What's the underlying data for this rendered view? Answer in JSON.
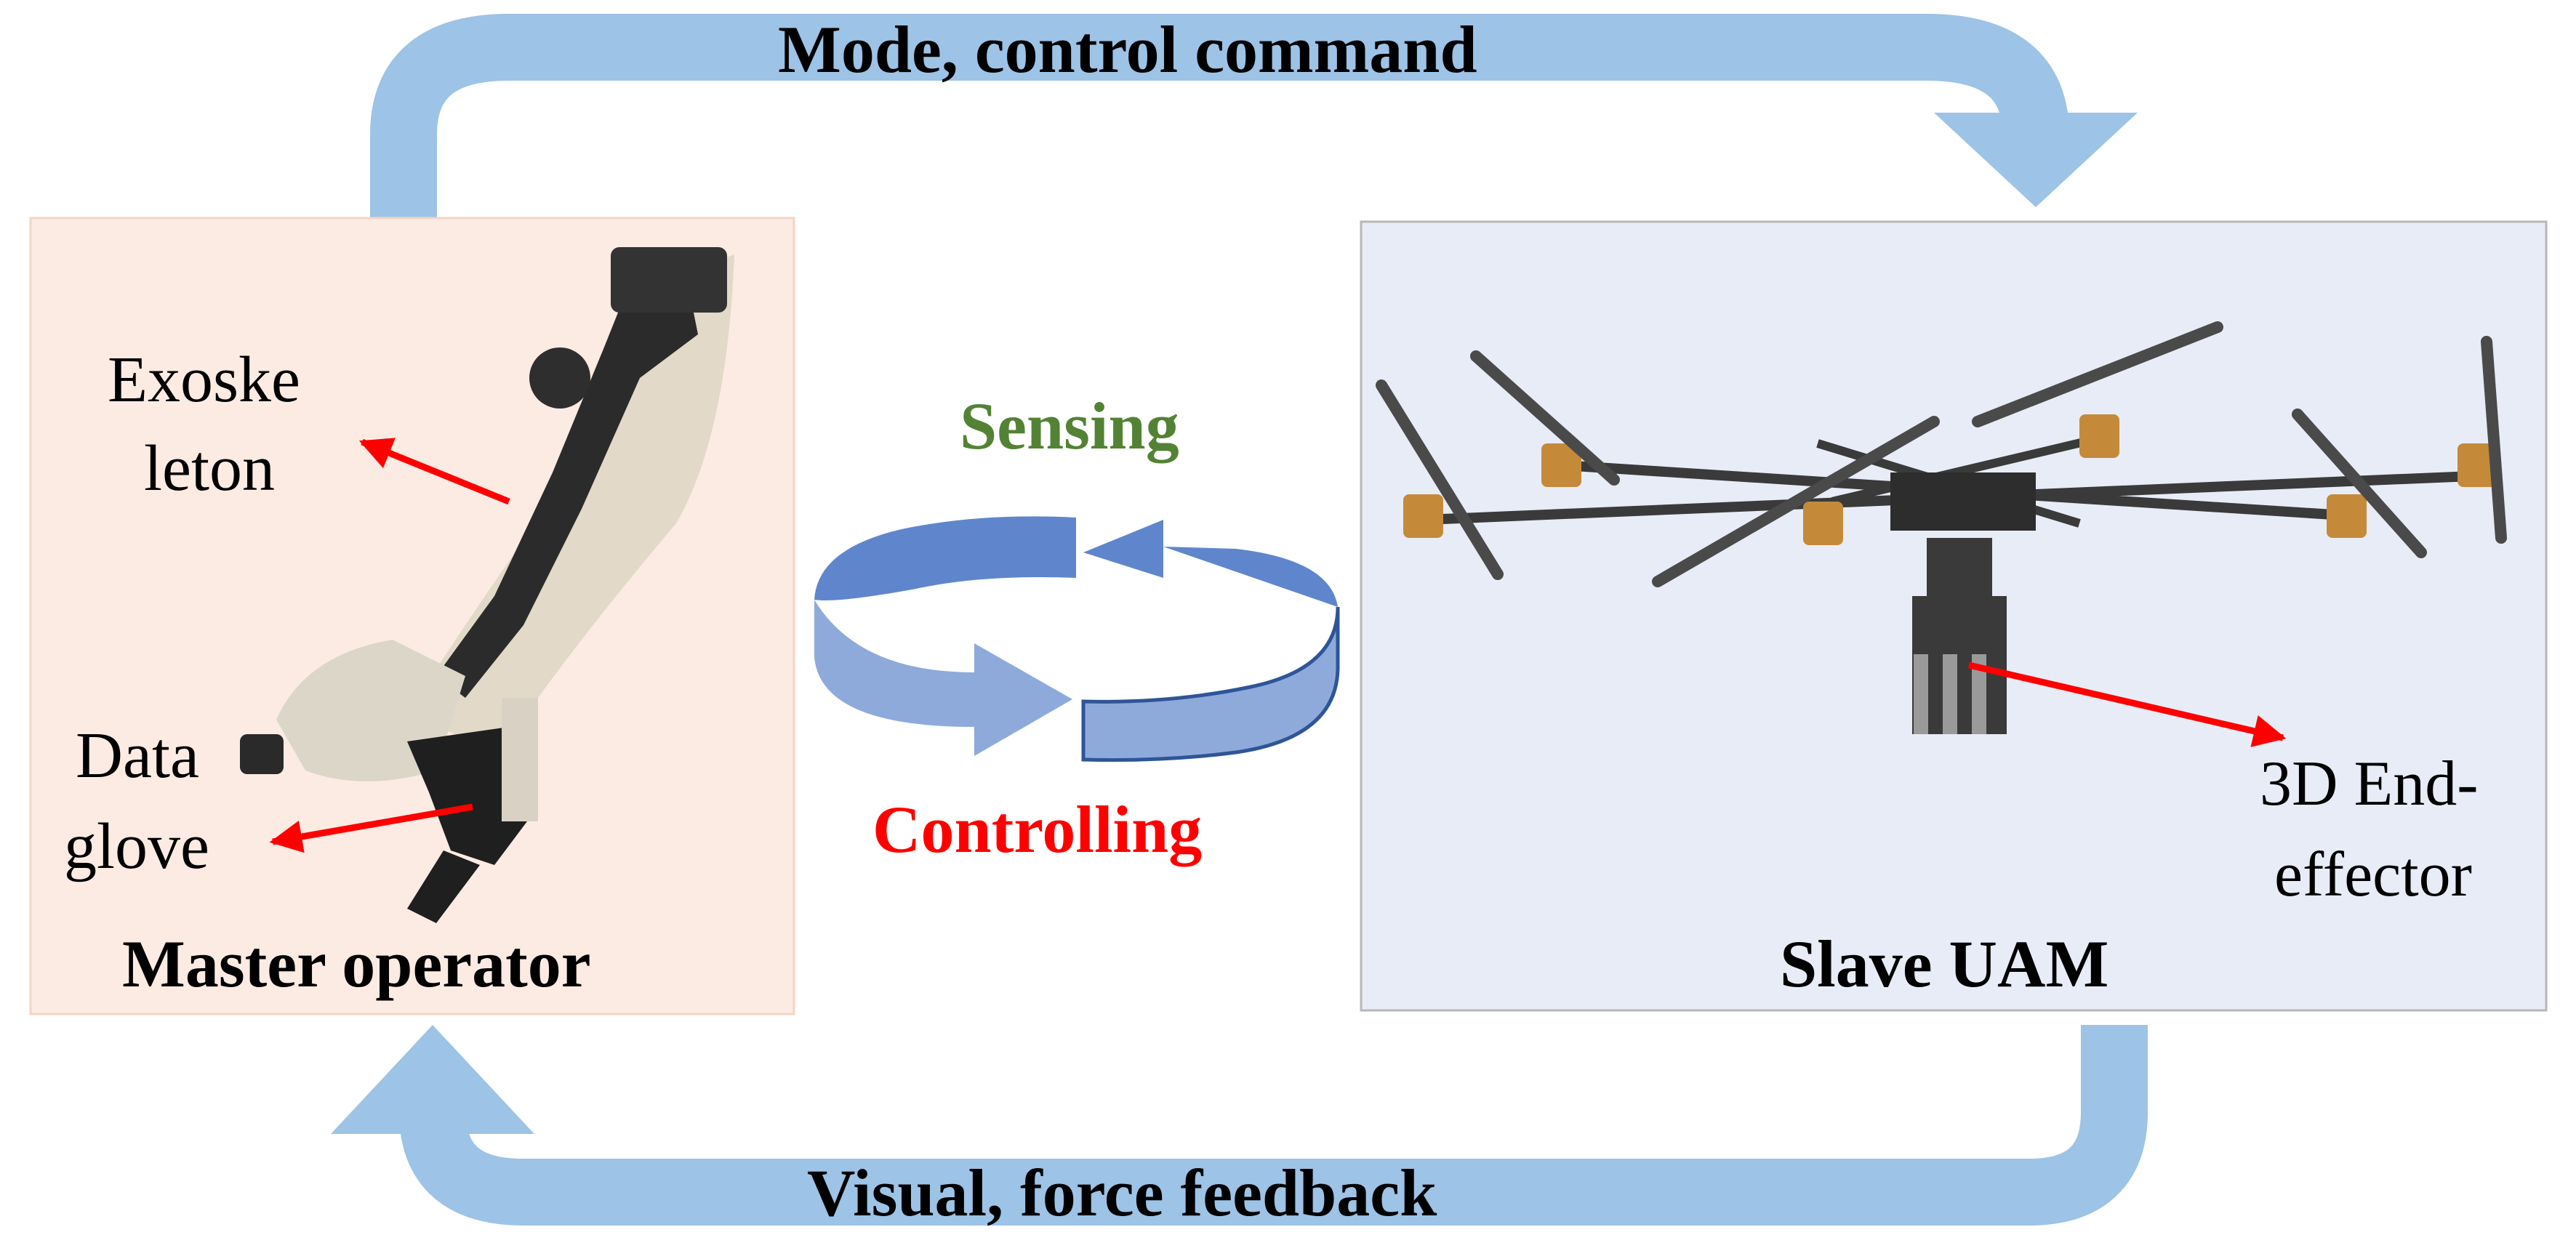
{
  "top_arrow": {
    "label": "Mode, control command"
  },
  "bottom_arrow": {
    "label": "Visual, force feedback"
  },
  "master": {
    "title": "Master operator",
    "exoskeleton_label": [
      "Exoske",
      "leton"
    ],
    "glove_label": [
      "Data",
      "glove"
    ]
  },
  "slave": {
    "title": "Slave UAM",
    "end_effector_label": [
      "3D End-",
      "effector"
    ]
  },
  "cycle": {
    "sensing": "Sensing",
    "controlling": "Controlling"
  },
  "colors": {
    "flow_arrow": "#9dc3e6",
    "master_bg": "#fcebe3",
    "slave_bg": "#e8ecf7",
    "cycle_dark": "#5f86cc",
    "cycle_light": "#8eaadb",
    "sensing": "#548235",
    "controlling": "#ff0000",
    "pointer": "#ff0000"
  }
}
